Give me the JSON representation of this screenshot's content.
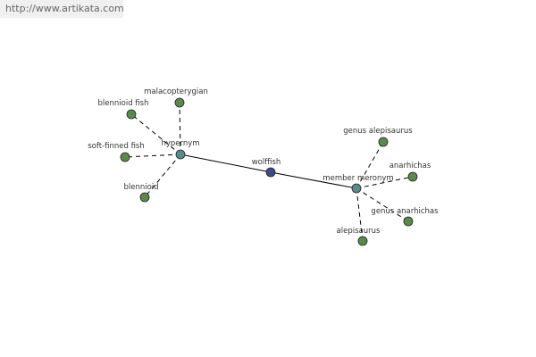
{
  "watermark": {
    "text": "http://www.artikata.com",
    "color": "#666666"
  },
  "colors": {
    "leaf_fill": "#5a8a4a",
    "relation_fill": "#5a8a8c",
    "center_fill": "#3f4a84",
    "edge": "#000000",
    "label": "#333333"
  },
  "center": {
    "label": "wolffish"
  },
  "relations": [
    {
      "id": "hypernym",
      "label": "hypernym"
    },
    {
      "id": "member-meronym",
      "label": "member meronym"
    }
  ],
  "leaves": [
    {
      "id": "malacopterygian",
      "label": "malacopterygian",
      "relation": "hypernym"
    },
    {
      "id": "blennioid-fish",
      "label": "blennioid fish",
      "relation": "hypernym"
    },
    {
      "id": "soft-finned-fish",
      "label": "soft-finned fish",
      "relation": "hypernym"
    },
    {
      "id": "blennioid",
      "label": "blennioid",
      "relation": "hypernym"
    },
    {
      "id": "genus-alepisaurus",
      "label": "genus alepisaurus",
      "relation": "member-meronym"
    },
    {
      "id": "anarhichas",
      "label": "anarhichas",
      "relation": "member-meronym"
    },
    {
      "id": "genus-anarhichas",
      "label": "genus anarhichas",
      "relation": "member-meronym"
    },
    {
      "id": "alepisaurus",
      "label": "alepisaurus",
      "relation": "member-meronym"
    }
  ]
}
